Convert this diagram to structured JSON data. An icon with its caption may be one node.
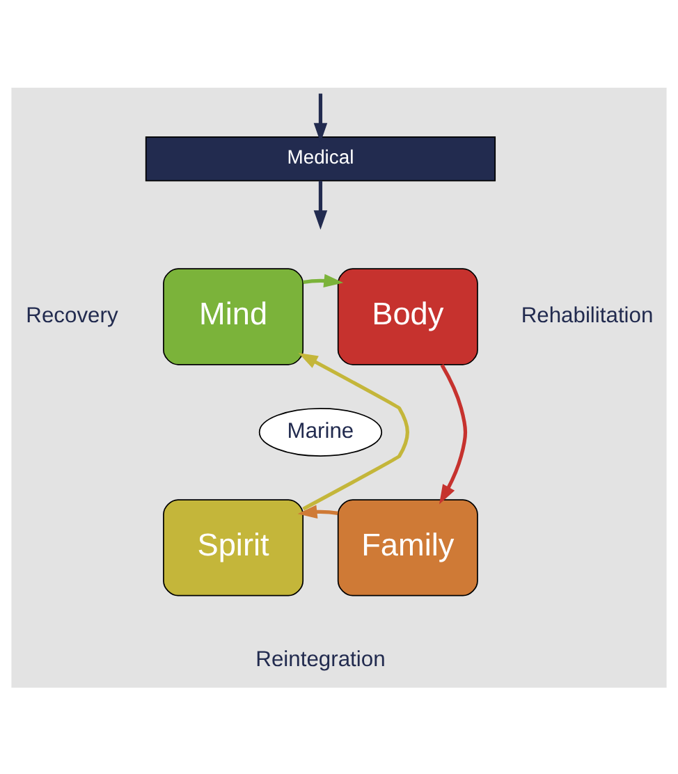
{
  "diagram": {
    "nodes": [
      {
        "text": [
          "Medical"
        ]
      },
      {
        "text": [
          "Mind"
        ]
      },
      {
        "text": [
          "Body"
        ]
      },
      {
        "text": [
          "Family"
        ]
      },
      {
        "text": [
          "Spirit"
        ]
      },
      {
        "text": [
          "Marine"
        ]
      }
    ],
    "edges": [
      {
        "from": null,
        "to": 0,
        "arrow": "to"
      },
      {
        "from": 0,
        "to": null,
        "arrow": "to"
      },
      {
        "from": 1,
        "to": 2,
        "arrow": "to",
        "color": "#7bb33a"
      },
      {
        "from": 2,
        "to": 3,
        "arrow": "to",
        "color": "#c6322e"
      },
      {
        "from": 3,
        "to": 4,
        "arrow": "to",
        "color": "#cf7a36"
      },
      {
        "from": 4,
        "to": 1,
        "arrow": "to",
        "color": "#c4b63a"
      }
    ],
    "labels": [
      "Recovery",
      "Rehabilitation",
      "Reintegration"
    ]
  }
}
